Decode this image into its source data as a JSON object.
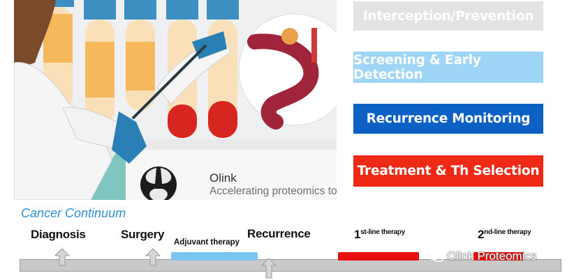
{
  "brand": {
    "name": "Olink",
    "tagline": "Accelerating proteomics to"
  },
  "boxes": [
    {
      "label": "Interception/Prevention",
      "color": "#e3e3e3"
    },
    {
      "label": "Screening & Early Detection",
      "color": "#9fd5f7"
    },
    {
      "label": "Recurrence Monitoring",
      "color": "#0d61c5"
    },
    {
      "label": "Treatment & Th Selection",
      "color": "#ee2a16"
    }
  ],
  "continuum": {
    "title": "Cancer Continuum",
    "stages": {
      "diagnosis": "Diagnosis",
      "surgery": "Surgery",
      "adjuvant": "Adjuvant therapy",
      "recurrence": "Recurrence",
      "first_num": "1",
      "first_sup": "st-line therapy",
      "second_num": "2",
      "second_sup": "nd-line therapy"
    }
  },
  "watermark": "Olink Proteomics",
  "colors": {
    "accent_blue": "#2e8fd8",
    "bar_red": "#e8100f",
    "bar_light_blue": "#7cc4f2"
  }
}
